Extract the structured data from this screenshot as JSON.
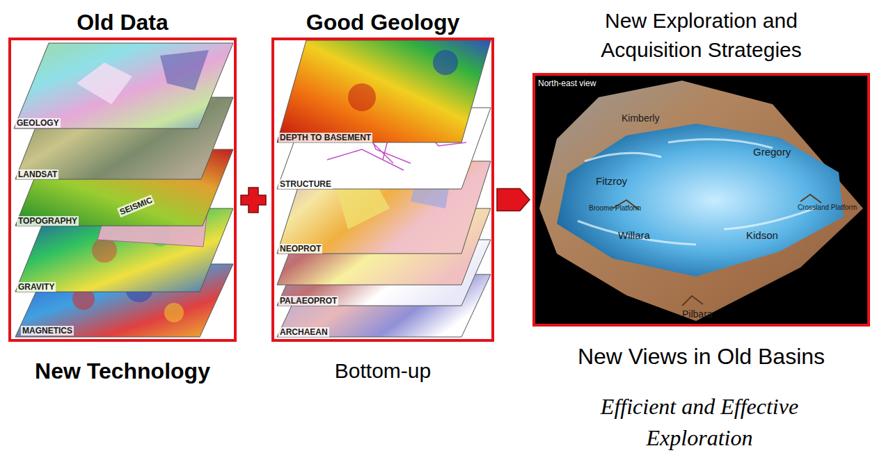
{
  "diagram": {
    "nodes": [
      {
        "text": [
          "Old Data",
          "New Technology"
        ]
      },
      {
        "text": [
          "Good Geology",
          "Bottom-up"
        ]
      },
      {
        "text": [
          "New Exploration and Acquisition Strategies",
          "New Views in Old Basins"
        ]
      }
    ],
    "edges": [
      {
        "from": 1,
        "to": 2,
        "arrow": "to"
      }
    ],
    "labels": [
      "GEOLOGY",
      "LANDSAT",
      "TOPOGRAPHY",
      "SEISMIC",
      "GRAVITY",
      "MAGNETICS",
      "DEPTH TO BASEMENT",
      "STRUCTURE",
      "NEOPROT",
      "PALAEOPROT",
      "ARCHAEAN",
      "North-east view",
      "Kimberly",
      "Gregory",
      "Fitzroy",
      "Broome Platform",
      "Crossland Platform",
      "Willara",
      "Kidson",
      "Pilbara"
    ],
    "caption": "Efficient and Effective Exploration"
  }
}
